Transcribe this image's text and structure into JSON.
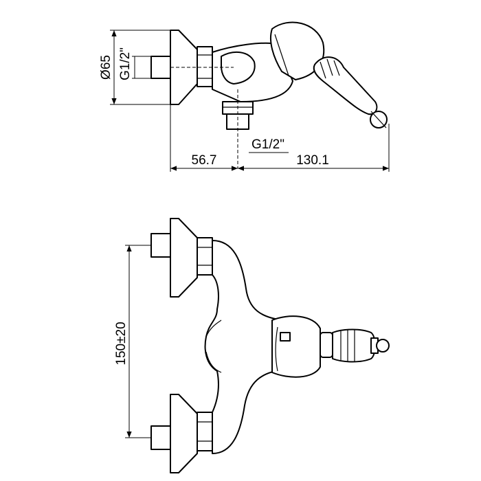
{
  "dimensions": {
    "diameter": "Ø65",
    "inlet_thread_side": "G1/2\"",
    "outlet_thread": "G1/2\"",
    "offset_left": "56.7",
    "offset_right": "130.1",
    "center_distance": "150±20"
  },
  "colors": {
    "line": "#000000",
    "fill": "#ffffff"
  }
}
